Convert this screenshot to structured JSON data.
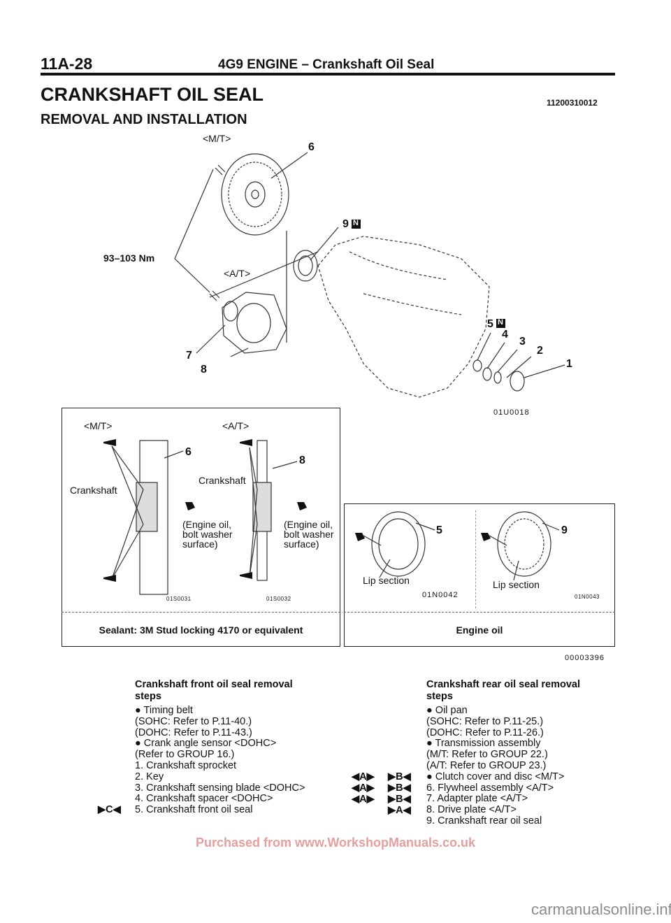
{
  "header": {
    "page_number": "11A-28",
    "title": "4G9 ENGINE – Crankshaft Oil Seal"
  },
  "section": {
    "title": "CRANKSHAFT OIL SEAL",
    "subtitle": "REMOVAL AND INSTALLATION",
    "doc_number": "11200310012"
  },
  "top_diagram": {
    "mt_label": "<M/T>",
    "at_label": "<A/T>",
    "torque": "93–103 Nm",
    "callouts": {
      "c1": "1",
      "c2": "2",
      "c3": "3",
      "c4": "4",
      "c5": "5",
      "c6": "6",
      "c7": "7",
      "c8": "8",
      "c9": "9"
    },
    "new_part_mark": "N",
    "figure_code": "01U0018"
  },
  "sealant_panel": {
    "mt_label": "<M/T>",
    "at_label": "<A/T>",
    "crankshaft_left": "Crankshaft",
    "crankshaft_right": "Crankshaft",
    "callout_6": "6",
    "callout_8": "8",
    "oil_note_l1": "(Engine oil,",
    "oil_note_l2": "bolt washer",
    "oil_note_l3": "surface)",
    "code_left": "01S0031",
    "code_right": "01S0032",
    "caption": "Sealant: 3M Stud locking 4170 or equivalent"
  },
  "oil_panel": {
    "callout_5": "5",
    "callout_9": "9",
    "lip_left": "Lip section",
    "lip_right": "Lip section",
    "code_left": "01N0042",
    "code_right": "01N0043",
    "caption": "Engine oil"
  },
  "figure_code_bottom": "00003396",
  "front_steps": {
    "heading_l1": "Crankshaft front oil seal removal",
    "heading_l2": "steps",
    "lines": [
      "● Timing belt",
      "   (SOHC: Refer to P.11-40.)",
      "   (DOHC: Refer to P.11-43.)",
      "● Crank angle sensor <DOHC>",
      "   (Refer to GROUP 16.)",
      "1. Crankshaft sprocket",
      "2. Key",
      "3. Crankshaft sensing blade <DOHC>",
      "4. Crankshaft spacer <DOHC>",
      "5. Crankshaft front oil seal"
    ],
    "mark_5": "▶C◀"
  },
  "rear_steps": {
    "heading_l1": "Crankshaft rear oil seal removal",
    "heading_l2": "steps",
    "lines": [
      "● Oil pan",
      "   (SOHC: Refer to P.11-25.)",
      "   (DOHC: Refer to P.11-26.)",
      "● Transmission assembly",
      "   (M/T: Refer to GROUP 22.)",
      "   (A/T: Refer to GROUP 23.)",
      "● Clutch cover and disc <M/T>",
      "6. Flywheel assembly <A/T>",
      "7. Adapter plate <A/T>",
      "8. Drive plate <A/T>",
      "9. Crankshaft rear oil seal"
    ],
    "mark_6a": "◀A▶",
    "mark_6b": "▶B◀",
    "mark_7a": "◀A▶",
    "mark_7b": "▶B◀",
    "mark_8a": "◀A▶",
    "mark_8b": "▶B◀",
    "mark_9b": "▶A◀"
  },
  "footer": {
    "purchase_note": "Purchased from www.WorkshopManuals.co.uk",
    "watermark": "carmanualsonline.info"
  }
}
